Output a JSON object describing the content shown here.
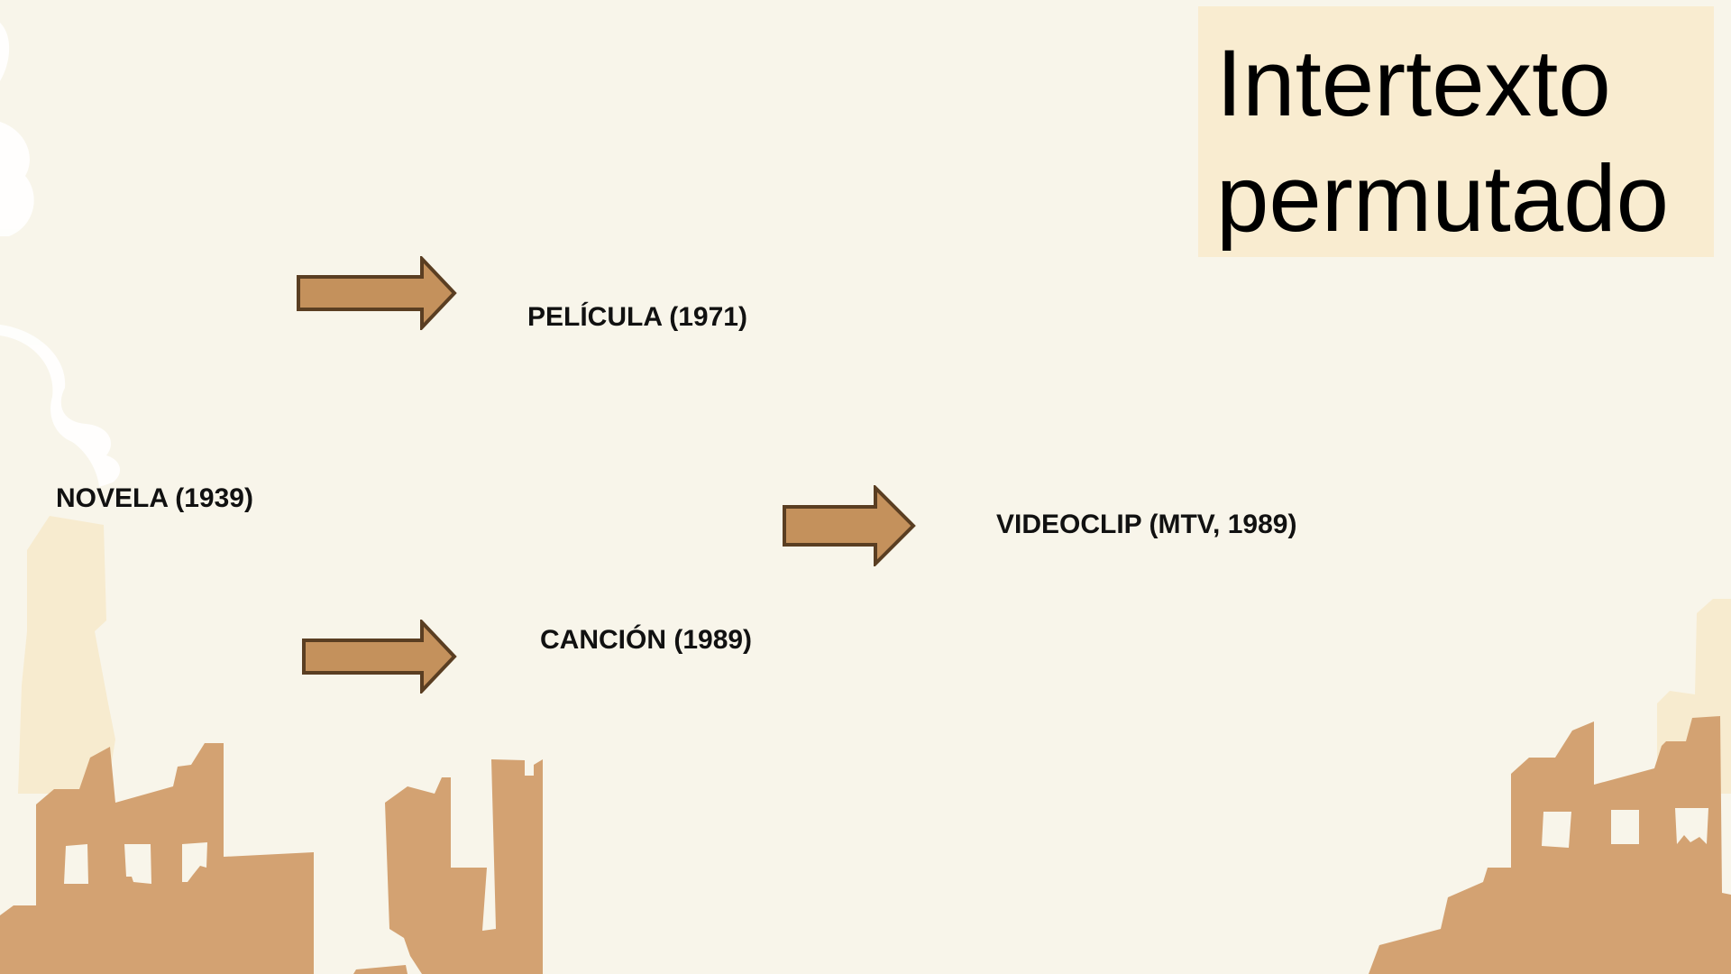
{
  "title": "Intertexto permutado",
  "nodes": {
    "novela": "NOVELA (1939)",
    "pelicula": "PELÍCULA (1971)",
    "cancion": "CANCIÓN (1989)",
    "videoclip": "VIDEOCLIP (MTV, 1989)"
  },
  "colors": {
    "background": "#f8f5ea",
    "title_box": "#f9ecd0",
    "arrow_fill": "#c4915c",
    "arrow_stroke": "#5a3e22",
    "ruins": "#d3a272",
    "ruins_light": "#f7ebcf"
  }
}
